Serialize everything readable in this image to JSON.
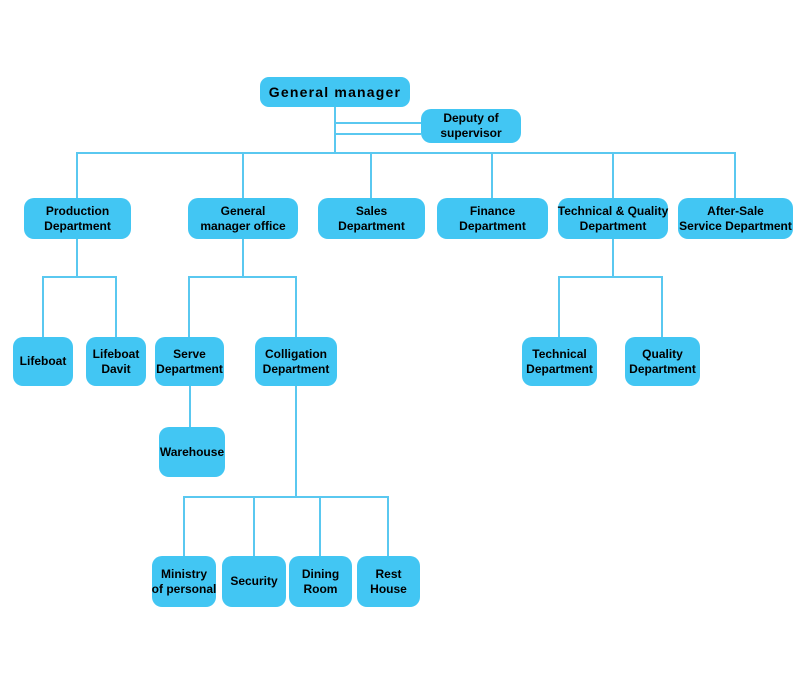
{
  "colors": {
    "node_fill": "#42C6F3",
    "connector_line": "#5AC8F0",
    "text": "#000000",
    "background": "#FFFFFF"
  },
  "nodes": {
    "general_manager": {
      "label": "General manager"
    },
    "deputy_supervisor": {
      "label": "Deputy of\nsupervisor"
    },
    "production": {
      "label": "Production\nDepartment"
    },
    "general_manager_office": {
      "label": "General\nmanager office"
    },
    "sales": {
      "label": "Sales\nDepartment"
    },
    "finance": {
      "label": "Finance\nDepartment"
    },
    "technical_quality": {
      "label": "Technical & Quality\nDepartment"
    },
    "after_sale": {
      "label": "After-Sale\nService Department"
    },
    "lifeboat": {
      "label": "Lifeboat"
    },
    "lifeboat_davit": {
      "label": "Lifeboat\nDavit"
    },
    "serve": {
      "label": "Serve\nDepartment"
    },
    "colligation": {
      "label": "Colligation\nDepartment"
    },
    "technical": {
      "label": "Technical\nDepartment"
    },
    "quality": {
      "label": "Quality\nDepartment"
    },
    "warehouse": {
      "label": "Warehouse"
    },
    "ministry_personal": {
      "label": "Ministry\nof personal"
    },
    "security": {
      "label": "Security"
    },
    "dining_room": {
      "label": "Dining\nRoom"
    },
    "rest_house": {
      "label": "Rest\nHouse"
    }
  },
  "edges": [
    [
      "General manager",
      "Deputy of supervisor"
    ],
    [
      "General manager",
      "Production Department"
    ],
    [
      "General manager",
      "General manager office"
    ],
    [
      "General manager",
      "Sales Department"
    ],
    [
      "General manager",
      "Finance Department"
    ],
    [
      "General manager",
      "Technical & Quality Department"
    ],
    [
      "General manager",
      "After-Sale Service Department"
    ],
    [
      "Production Department",
      "Lifeboat"
    ],
    [
      "Production Department",
      "Lifeboat Davit"
    ],
    [
      "General manager office",
      "Serve Department"
    ],
    [
      "General manager office",
      "Colligation Department"
    ],
    [
      "Serve Department",
      "Warehouse"
    ],
    [
      "Colligation Department",
      "Ministry of personal"
    ],
    [
      "Colligation Department",
      "Security"
    ],
    [
      "Colligation Department",
      "Dining Room"
    ],
    [
      "Colligation Department",
      "Rest House"
    ],
    [
      "Technical & Quality Department",
      "Technical Department"
    ],
    [
      "Technical & Quality Department",
      "Quality Department"
    ]
  ]
}
